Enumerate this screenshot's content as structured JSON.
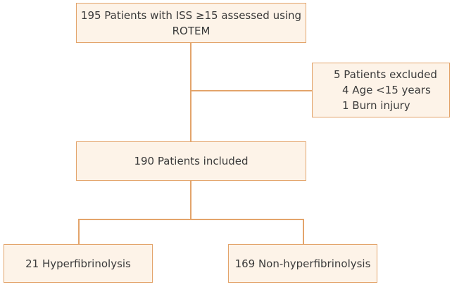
{
  "flowchart": {
    "assessed": {
      "line1": "195 Patients with ISS ≥15 assessed using",
      "line2": "ROTEM"
    },
    "excluded": {
      "title": "5 Patients excluded",
      "reasons": [
        "4 Age <15 years",
        "1 Burn injury"
      ]
    },
    "included": "190 Patients included",
    "groups": [
      "21 Hyperfibrinolysis",
      "169 Non-hyperfibrinolysis"
    ]
  },
  "colors": {
    "box_fill": "#fdf3e8",
    "box_border": "#e3a46b",
    "connector": "#e3a46b",
    "text": "#3a3a3a"
  }
}
